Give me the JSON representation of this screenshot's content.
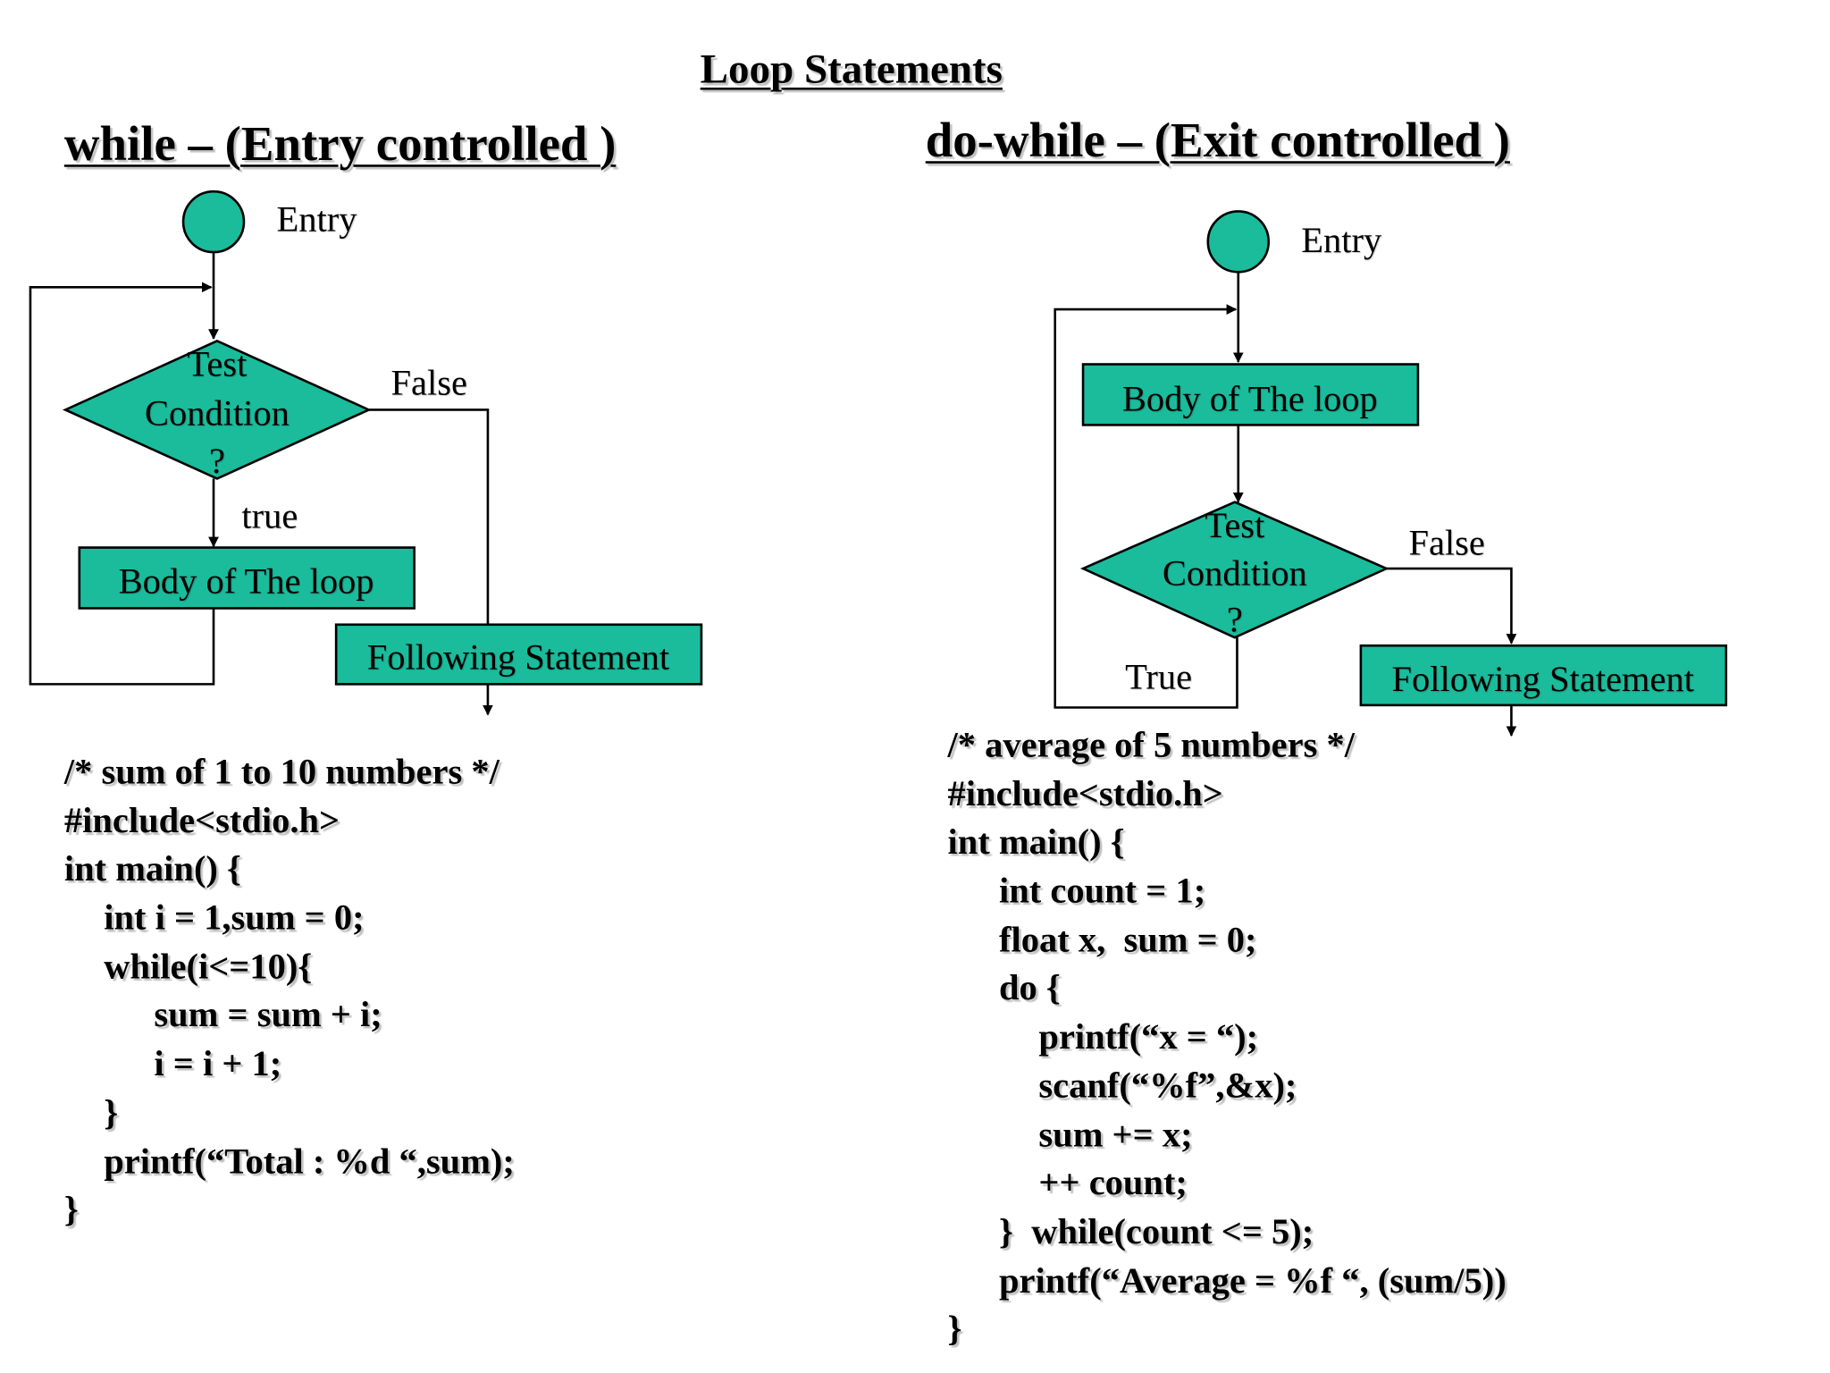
{
  "title": "Loop Statements",
  "colors": {
    "node_fill": "#1ABC9C",
    "node_stroke": "#000000",
    "line": "#000000",
    "background": "#FFFFFF"
  },
  "while": {
    "heading": "while –  (Entry controlled )",
    "entry_label": "Entry",
    "test_line1": "Test",
    "test_line2": "Condition",
    "test_line3": "?",
    "false_label": "False",
    "true_label": "true",
    "body_label": "Body of The loop",
    "following_label": "Following Statement",
    "code": [
      "/* sum of 1 to 10 numbers */",
      "#include<stdio.h>",
      "int main() {",
      "int i = 1,sum = 0;",
      "while(i<=10){",
      "sum = sum + i;",
      "i = i + 1;",
      "}",
      "printf(“Total : %d “,sum);",
      "}"
    ]
  },
  "do_while": {
    "heading": "do-while – (Exit controlled )",
    "entry_label": "Entry",
    "body_label": "Body of The loop",
    "test_line1": "Test",
    "test_line2": "Condition",
    "test_line3": "?",
    "false_label": "False",
    "true_label": "True",
    "following_label": "Following Statement",
    "code": [
      "/* average of 5 numbers */",
      "#include<stdio.h>",
      "int main() {",
      "int count = 1;",
      "float x,  sum = 0;",
      "do {",
      "printf(“x = “);",
      "scanf(“%f”,&x);",
      "sum += x;",
      "++ count;",
      "}  while(count <= 5);",
      "printf(“Average = %f “, (sum/5))",
      "}"
    ]
  }
}
